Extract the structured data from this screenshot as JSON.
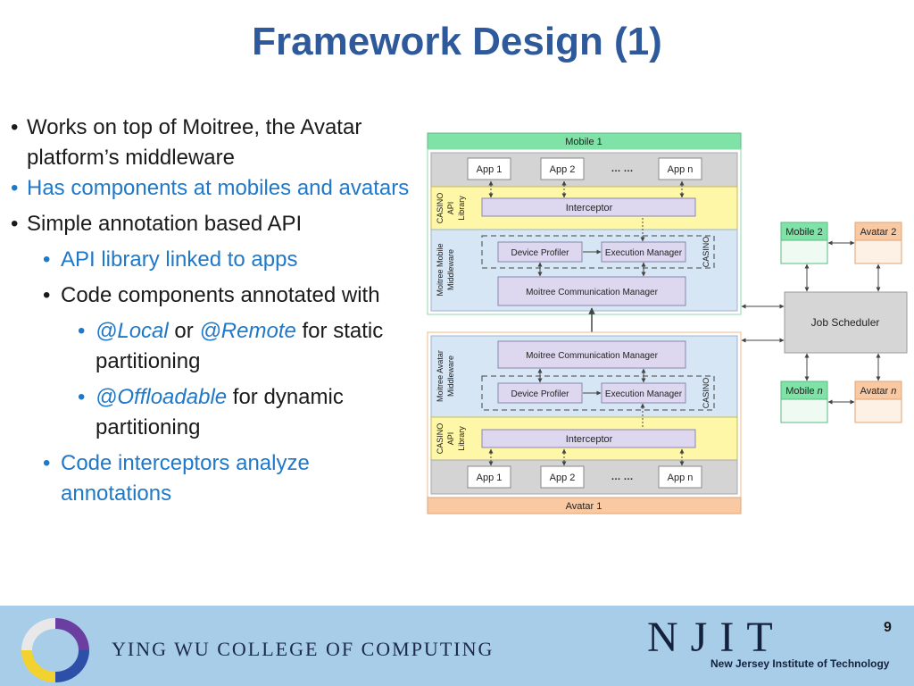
{
  "slide": {
    "title": "Framework Design (1)",
    "page_number": "9"
  },
  "bullets": {
    "b1": "Works on top of Moitree, the Avatar platform’s middleware",
    "b2": "Has components at mobiles and avatars",
    "b3": "Simple annotation based API",
    "b4": "API library linked to apps",
    "b5": "Code components annotated with",
    "b6_a": "@Local",
    "b6_b": " or ",
    "b6_c": "@Remote",
    "b6_d": " for static partitioning",
    "b7_a": "@Offloadable",
    "b7_b": " for dynamic partitioning",
    "b8": "Code interceptors analyze annotations"
  },
  "diagram": {
    "mobile1": "Mobile 1",
    "avatar1": "Avatar 1",
    "app1": "App 1",
    "app2": "App 2",
    "ellipsis": "… …",
    "appn": "App n",
    "interceptor": "Interceptor",
    "casino_api_1": "CASINO",
    "casino_api_2": "API",
    "casino_api_3": "Library",
    "mobile_mw_1": "Moitree Mobile",
    "mobile_mw_2": "Middleware",
    "avatar_mw_1": "Moitree Avatar",
    "avatar_mw_2": "Middleware",
    "device_profiler": "Device Profiler",
    "execution_manager": "Execution Manager",
    "casino": "CASINO",
    "comm_manager": "Moitree Communication Manager",
    "job_scheduler": "Job Scheduler",
    "mobile2": "Mobile 2",
    "avatar2": "Avatar 2",
    "mobilen_a": "Mobile ",
    "mobilen_b": "n",
    "avatarn_a": "Avatar ",
    "avatarn_b": "n"
  },
  "footer": {
    "college": "YING WU COLLEGE OF COMPUTING",
    "njit": "NJIT",
    "njit_full": "New Jersey Institute of Technology"
  },
  "colors": {
    "title": "#2e5a9c",
    "accent_blue": "#1f78c8",
    "mobile_green": "#7fe2a6",
    "avatar_orange": "#f8c9a3",
    "api_yellow": "#fff7a8",
    "middleware_blue": "#d6e6f5",
    "component_purple": "#ddd8ef",
    "footer_bg": "#a8cde8"
  }
}
